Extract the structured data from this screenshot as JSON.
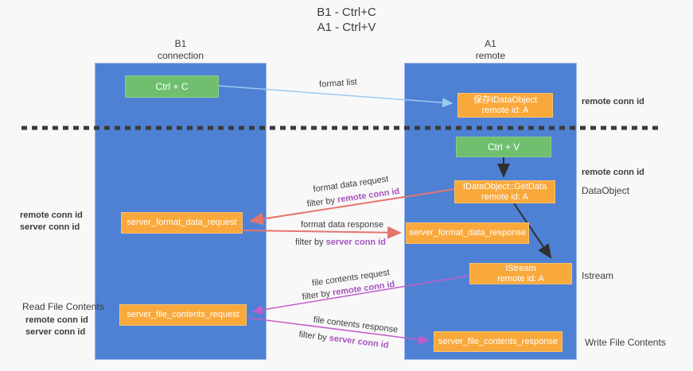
{
  "title": {
    "line1": "B1 - Ctrl+C",
    "line2": "A1 - Ctrl+V"
  },
  "lanes": {
    "left": {
      "name": "B1",
      "role": "connection"
    },
    "right": {
      "name": "A1",
      "role": "remote"
    }
  },
  "nodes": {
    "ctrl_c": {
      "label": "Ctrl + C"
    },
    "save_idataobject": {
      "line1": "保存IDataObject",
      "line2": "remote id: A"
    },
    "ctrl_v": {
      "label": "Ctrl + V"
    },
    "getdata": {
      "line1": "IDataObject::GetData",
      "line2": "remote id: A"
    },
    "server_format_data_request": {
      "label": "server_format_data_request"
    },
    "server_format_data_response": {
      "label": "server_format_data_response"
    },
    "istream": {
      "line1": "IStream",
      "line2": "remote id: A"
    },
    "server_file_contents_request": {
      "label": "server_file_contents_request"
    },
    "server_file_contents_response": {
      "label": "server_file_contents_response"
    }
  },
  "arrow_labels": {
    "format_list": "format list",
    "format_data_request": "format data request",
    "format_data_request_filter_prefix": "filter by ",
    "format_data_request_filter_key": "remote conn id",
    "format_data_response": "format data response",
    "format_data_response_filter_prefix": "filter by ",
    "format_data_response_filter_key": "server conn id",
    "file_contents_request": "file contents request",
    "file_contents_request_filter_prefix": "filter by ",
    "file_contents_request_filter_key": "remote conn id",
    "file_contents_response": "file contents response",
    "file_contents_response_filter_prefix": "filter by ",
    "file_contents_response_filter_key": "server conn id"
  },
  "annotations": {
    "right_top_remote_conn_id": "remote conn id",
    "right_mid_remote_conn_id": "remote conn id",
    "dataobject": "DataObject",
    "istream": "Istream",
    "write_file_contents": "Write File Contents",
    "left_mid_remote_conn_id": "remote conn id",
    "left_mid_server_conn_id": "server conn id",
    "read_file_contents": "Read File Contents",
    "left_bottom_remote_conn_id": "remote conn id",
    "left_bottom_server_conn_id": "server conn id"
  },
  "colors": {
    "lane_blue": "#4e81d4",
    "node_green": "#6fbf6f",
    "node_orange": "#f9a93c",
    "arrow_light_blue": "#9dc9ef",
    "arrow_red": "#e4756d",
    "arrow_magenta": "#c35ccb",
    "arrow_black": "#2f2f2f",
    "dashed_separator": "#3a3a3a",
    "text_purple": "#a653c1",
    "text_green": "#6ab968",
    "background": "#f8f8f8"
  }
}
